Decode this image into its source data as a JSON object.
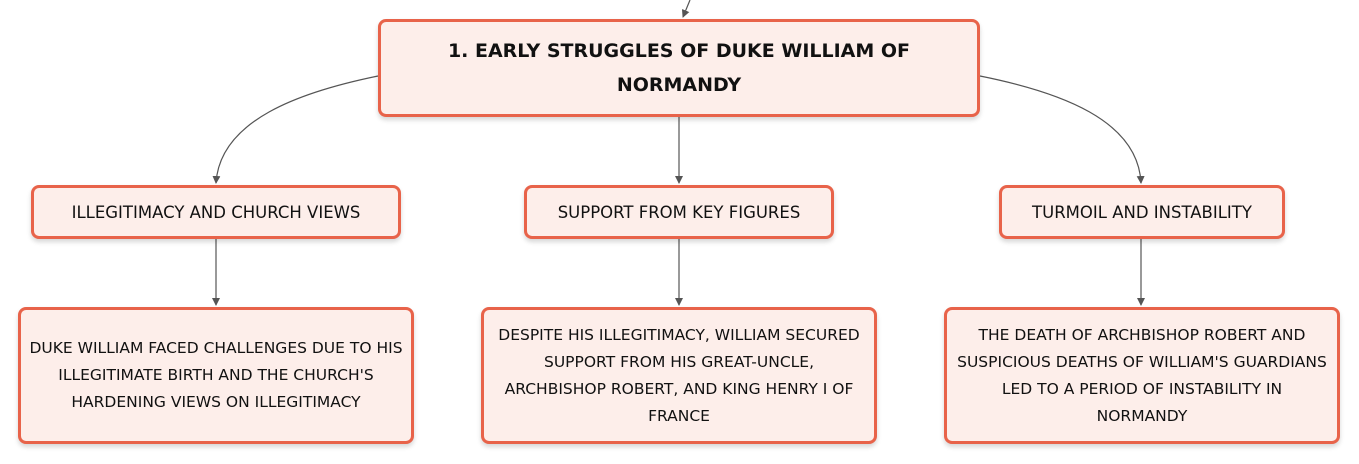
{
  "diagram": {
    "root": {
      "label": "1. EARLY STRUGGLES OF DUKE WILLIAM OF NORMANDY"
    },
    "topics": [
      {
        "label": "ILLEGITIMACY AND CHURCH VIEWS",
        "detail": "DUKE WILLIAM FACED CHALLENGES DUE TO HIS ILLEGITIMATE BIRTH AND THE CHURCH'S HARDENING VIEWS ON ILLEGITIMACY"
      },
      {
        "label": "SUPPORT FROM KEY FIGURES",
        "detail": "DESPITE HIS ILLEGITIMACY, WILLIAM SECURED SUPPORT FROM HIS GREAT-UNCLE, ARCHBISHOP ROBERT, AND KING HENRY I OF FRANCE"
      },
      {
        "label": "TURMOIL AND INSTABILITY",
        "detail": "THE DEATH OF ARCHBISHOP ROBERT AND SUSPICIOUS DEATHS OF WILLIAM'S GUARDIANS LED TO A PERIOD OF INSTABILITY IN NORMANDY"
      }
    ],
    "colors": {
      "node_fill": "#fdeeea",
      "node_border": "#e8634a",
      "connector": "#555555",
      "text": "#111111"
    }
  }
}
